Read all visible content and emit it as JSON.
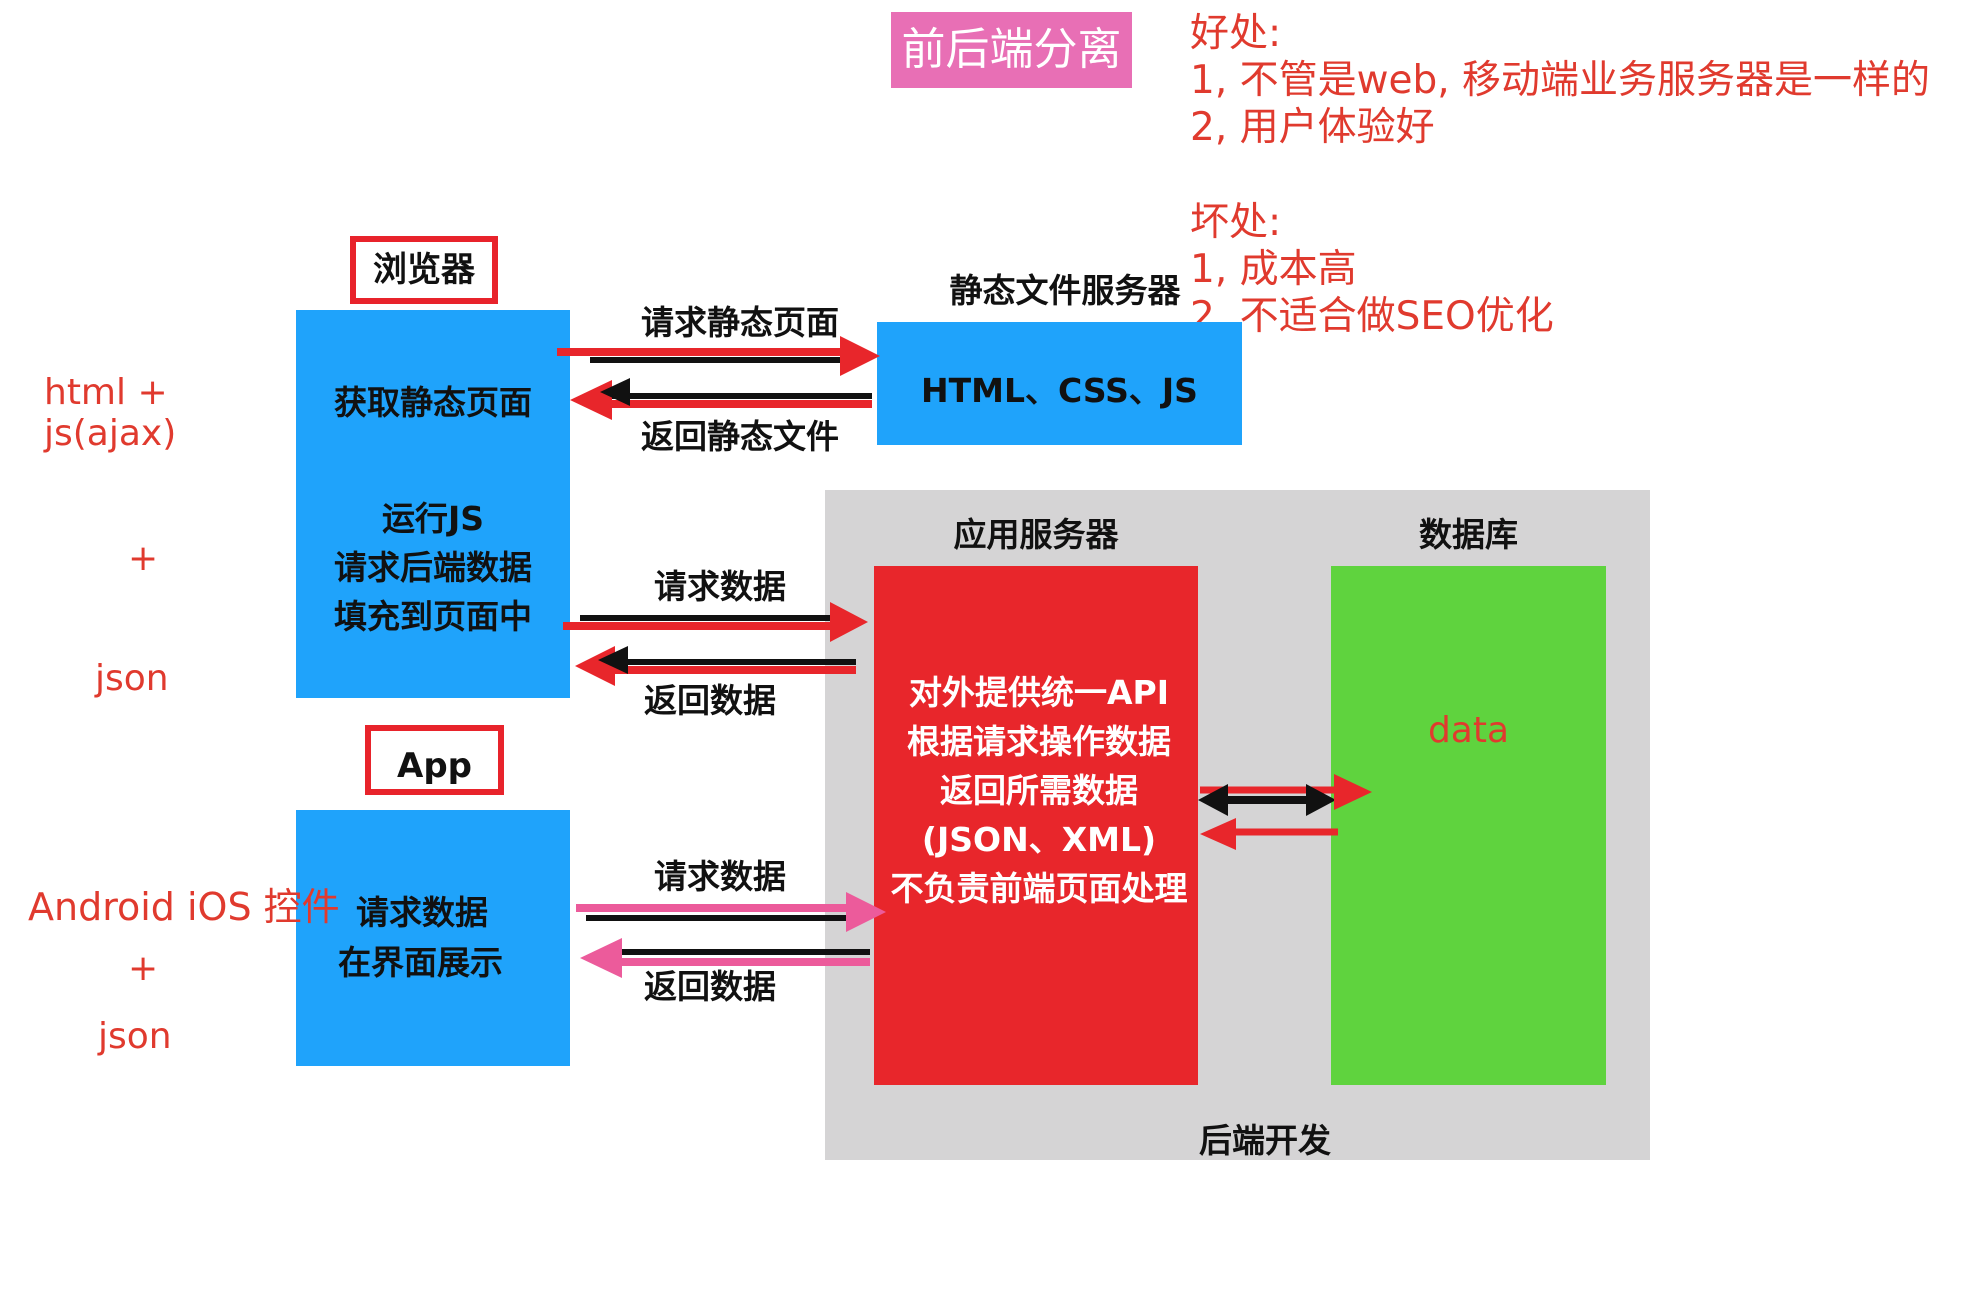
{
  "title": "前后端分离",
  "notes": {
    "pros_heading": "好处:",
    "pros": [
      "1, 不管是web, 移动端业务服务器是一样的",
      "2, 用户体验好"
    ],
    "cons_heading": "坏处:",
    "cons": [
      "1, 成本高",
      "2, 不适合做SEO优化"
    ]
  },
  "browser": {
    "label": "浏览器",
    "side_annotation": "html + js(ajax)",
    "plus": "+",
    "json": "json",
    "step1": "获取静态页面",
    "step2_lines": [
      "运行JS",
      "请求后端数据",
      "填充到页面中"
    ]
  },
  "app": {
    "label": "App",
    "side_annotation": "Android iOS 控件",
    "plus": "+",
    "json": "json",
    "lines": [
      "请求数据",
      "在界面展示"
    ]
  },
  "static_server": {
    "label": "静态文件服务器",
    "content": "HTML、CSS、JS"
  },
  "edges": {
    "request_static": "请求静态页面",
    "return_static": "返回静态文件",
    "browser_request": "请求数据",
    "browser_return": "返回数据",
    "app_request": "请求数据",
    "app_return": "返回数据"
  },
  "backend": {
    "label": "后端开发",
    "app_server_label": "应用服务器",
    "app_server_lines": [
      "对外提供统一API",
      "根据请求操作数据",
      "返回所需数据",
      "(JSON、XML)",
      "不负责前端页面处理"
    ],
    "database_label": "数据库",
    "database_content": "data"
  },
  "colors": {
    "blue": "#1fa3fb",
    "red": "#e8262b",
    "green": "#5fd33e",
    "gray": "#d5d4d5",
    "pink": "#e86fb5",
    "annotation_red": "#e03a2e"
  }
}
